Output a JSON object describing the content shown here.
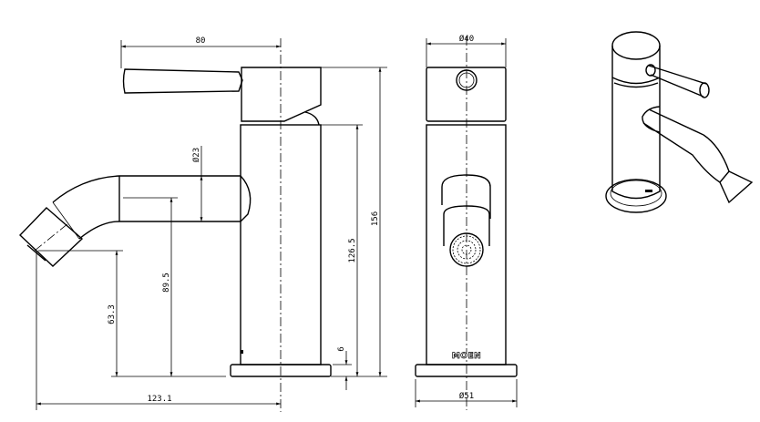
{
  "dimensions": {
    "lever_reach": "80",
    "spout_diameter": "Ø23",
    "total_height": "156",
    "body_height": "126.5",
    "base_thickness": "6",
    "spout_axis_height": "89.5",
    "outlet_height": "63.3",
    "spout_reach": "123.1",
    "head_diameter": "Ø40",
    "base_diameter": "Ø51"
  },
  "brand": "MOEN",
  "views": [
    "side-view",
    "front-view",
    "isometric-view"
  ]
}
